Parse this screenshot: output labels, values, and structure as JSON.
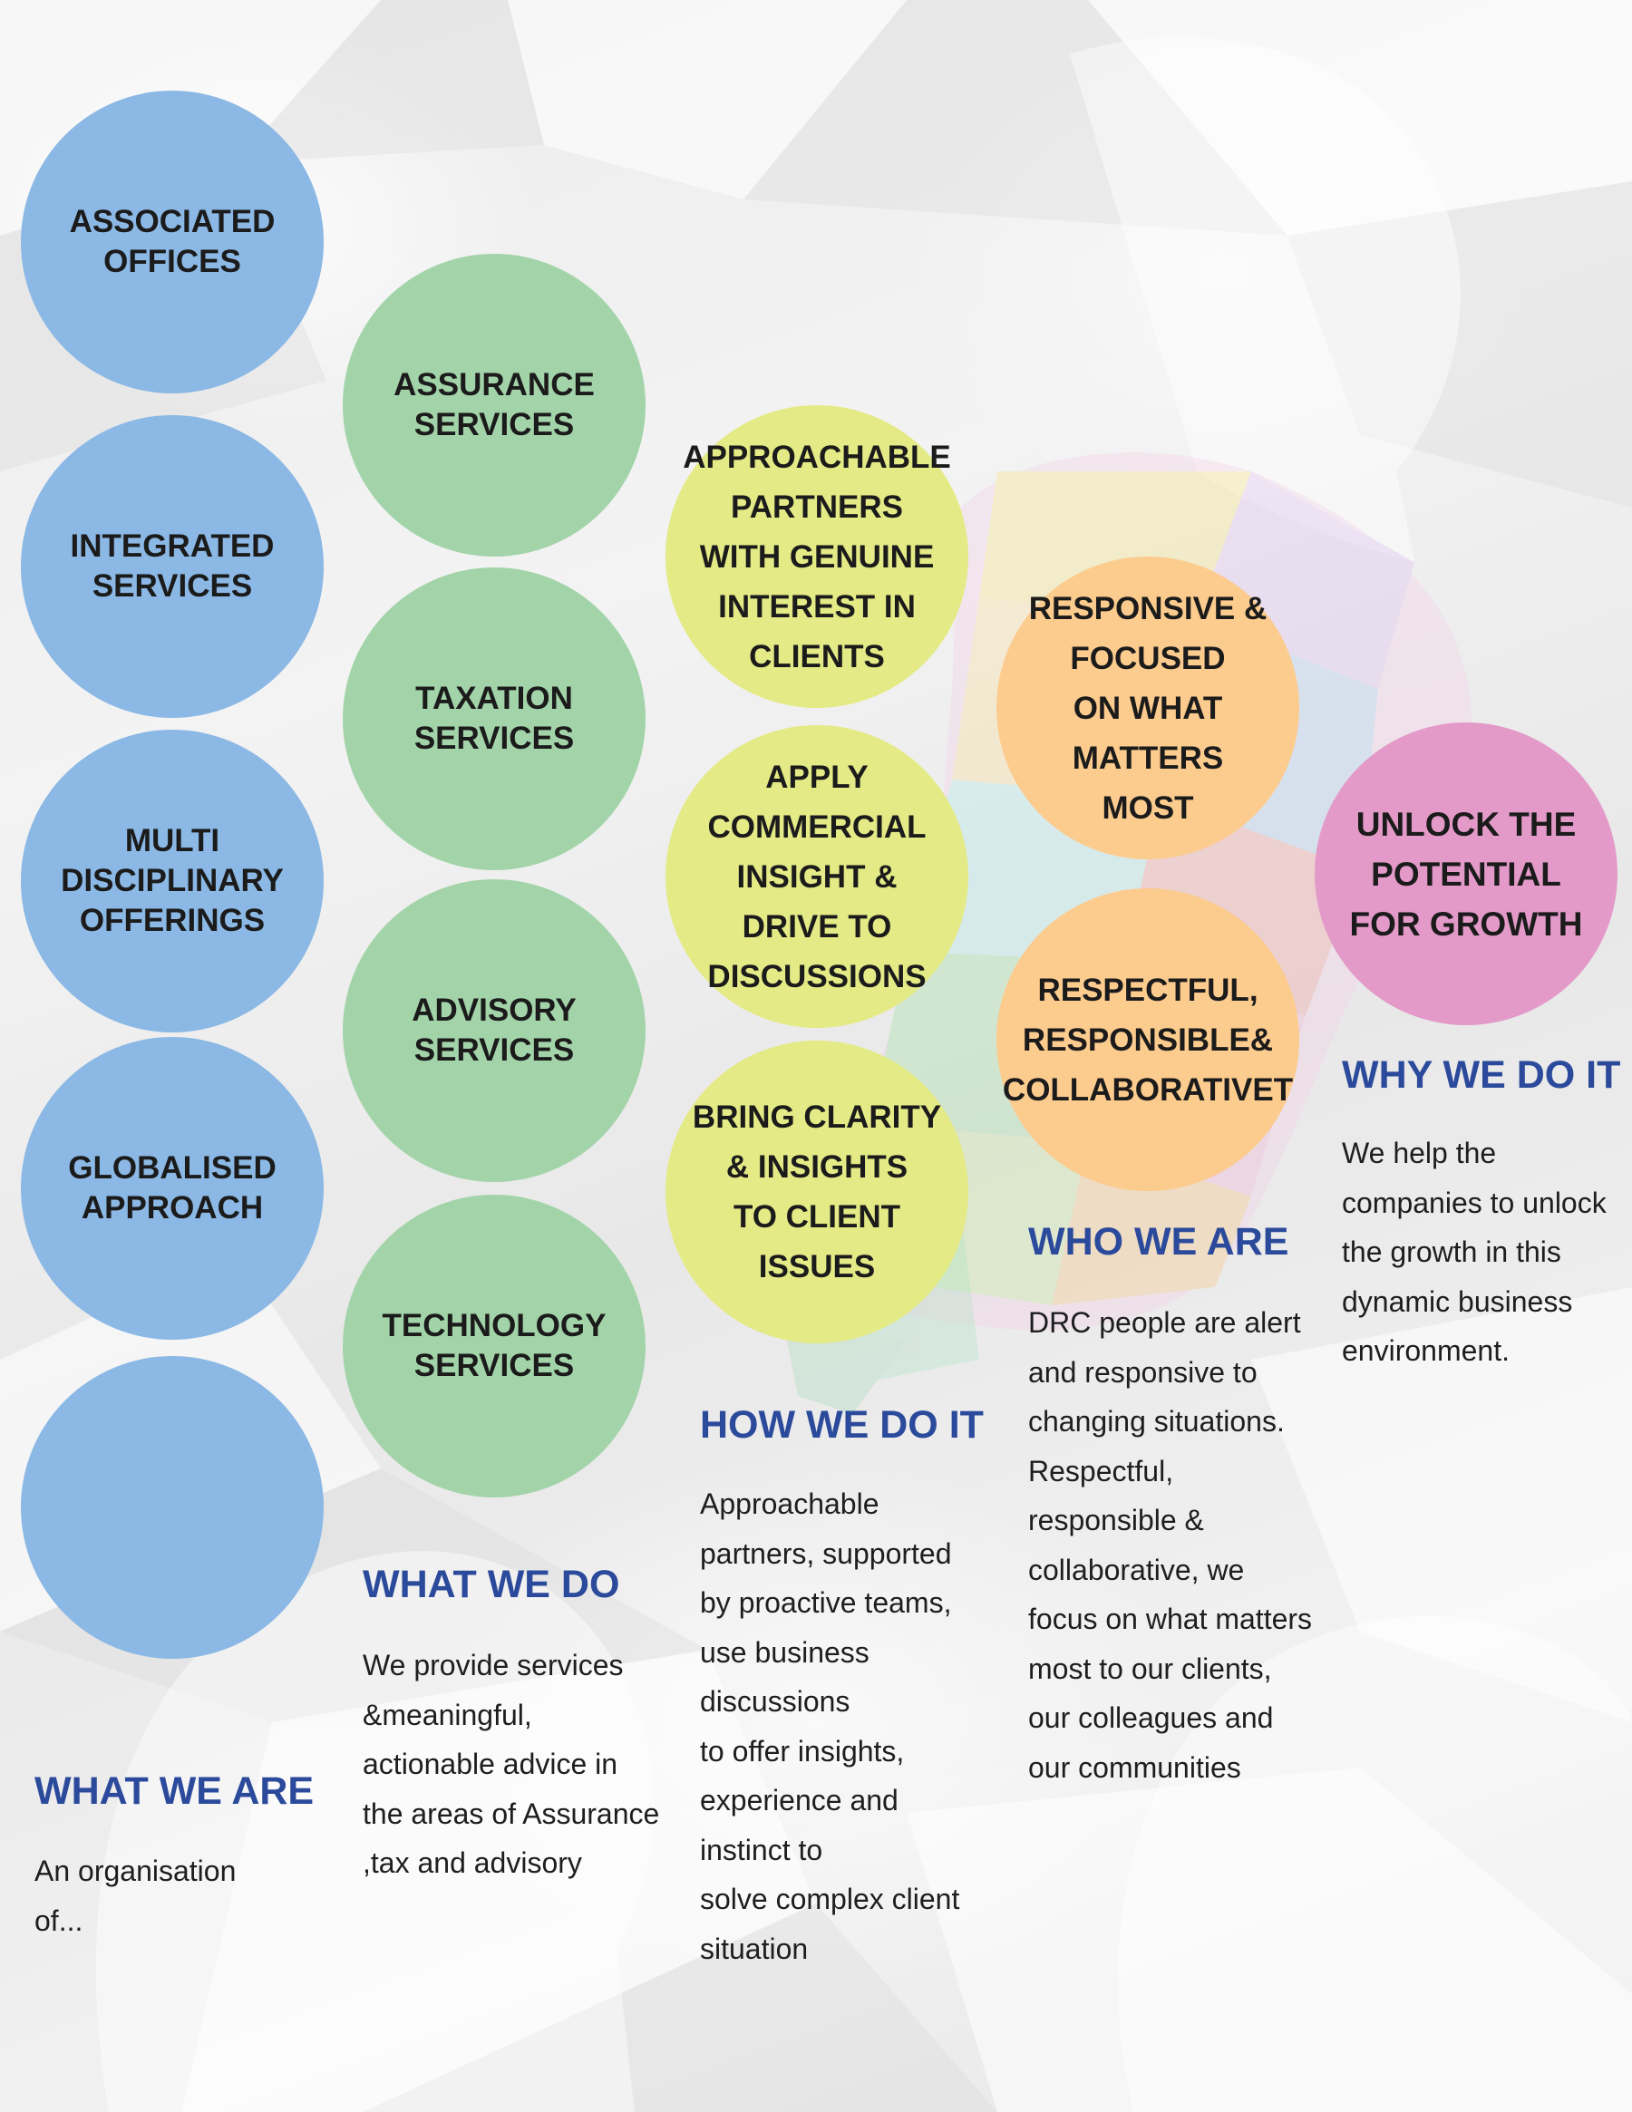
{
  "colors": {
    "blue": "#8bb8e4",
    "green": "#a3d4a9",
    "yellow": "#e4ea85",
    "orange": "#fccb8e",
    "pink": "#e39ac8",
    "heading": "#2b4a9b"
  },
  "what_we_are": {
    "circles": [
      "ASSOCIATED\nOFFICES",
      "INTEGRATED\nSERVICES",
      "MULTI\nDISCIPLINARY\nOFFERINGS",
      "GLOBALISED\nAPPROACH",
      ""
    ],
    "heading": "WHAT WE ARE",
    "text": "An organisation\nof..."
  },
  "what_we_do": {
    "circles": [
      "ASSURANCE\nSERVICES",
      "TAXATION\nSERVICES",
      "ADVISORY\nSERVICES",
      "TECHNOLOGY\nSERVICES"
    ],
    "heading": "WHAT WE DO",
    "text": "We provide services\n&meaningful,\nactionable advice in\nthe areas of Assurance\n,tax and advisory"
  },
  "how_we_do_it": {
    "circles": [
      "APPROACHABLE\nPARTNERS\nWITH GENUINE\nINTEREST IN\nCLIENTS",
      "APPLY\nCOMMERCIAL\nINSIGHT &\nDRIVE TO\nDISCUSSIONS",
      "BRING CLARITY\n& INSIGHTS\nTO CLIENT\nISSUES"
    ],
    "heading": "HOW WE DO IT",
    "text": "Approachable\npartners, supported\nby proactive teams,\nuse business\ndiscussions\nto offer insights,\nexperience and\ninstinct to\nsolve complex client\nsituation"
  },
  "who_we_are": {
    "circles": [
      "RESPONSIVE &\nFOCUSED\nON WHAT\nMATTERS\nMOST",
      "RESPECTFUL,\nRESPONSIBLE&\nCOLLABORATIVET"
    ],
    "heading": "WHO WE ARE",
    "text": "DRC people are alert\nand responsive to\nchanging situations.\nRespectful,\nresponsible  &\ncollaborative, we\nfocus on what matters\nmost to our clients,\nour colleagues and\nour communities"
  },
  "why_we_do_it": {
    "circles": [
      "UNLOCK THE\nPOTENTIAL\nFOR GROWTH"
    ],
    "heading": "WHY WE DO IT",
    "text": "We help the\ncompanies to unlock\nthe growth in this\ndynamic business\nenvironment."
  }
}
